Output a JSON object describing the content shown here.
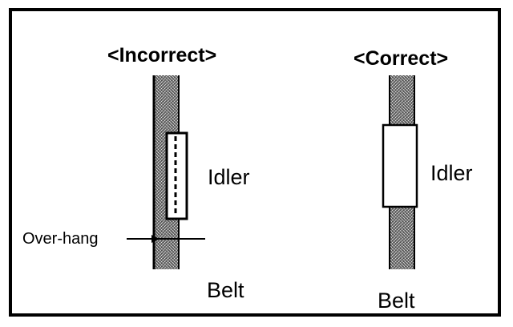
{
  "incorrect": {
    "title": "<Incorrect>",
    "idler_label": "Idler",
    "overhang_label": "Over-hang",
    "belt_label": "Belt"
  },
  "correct": {
    "title": "<Correct>",
    "idler_label": "Idler",
    "belt_label": "Belt"
  },
  "colors": {
    "ink": "#000000",
    "belt_texture": "#8a8a8a",
    "paper": "#ffffff"
  }
}
